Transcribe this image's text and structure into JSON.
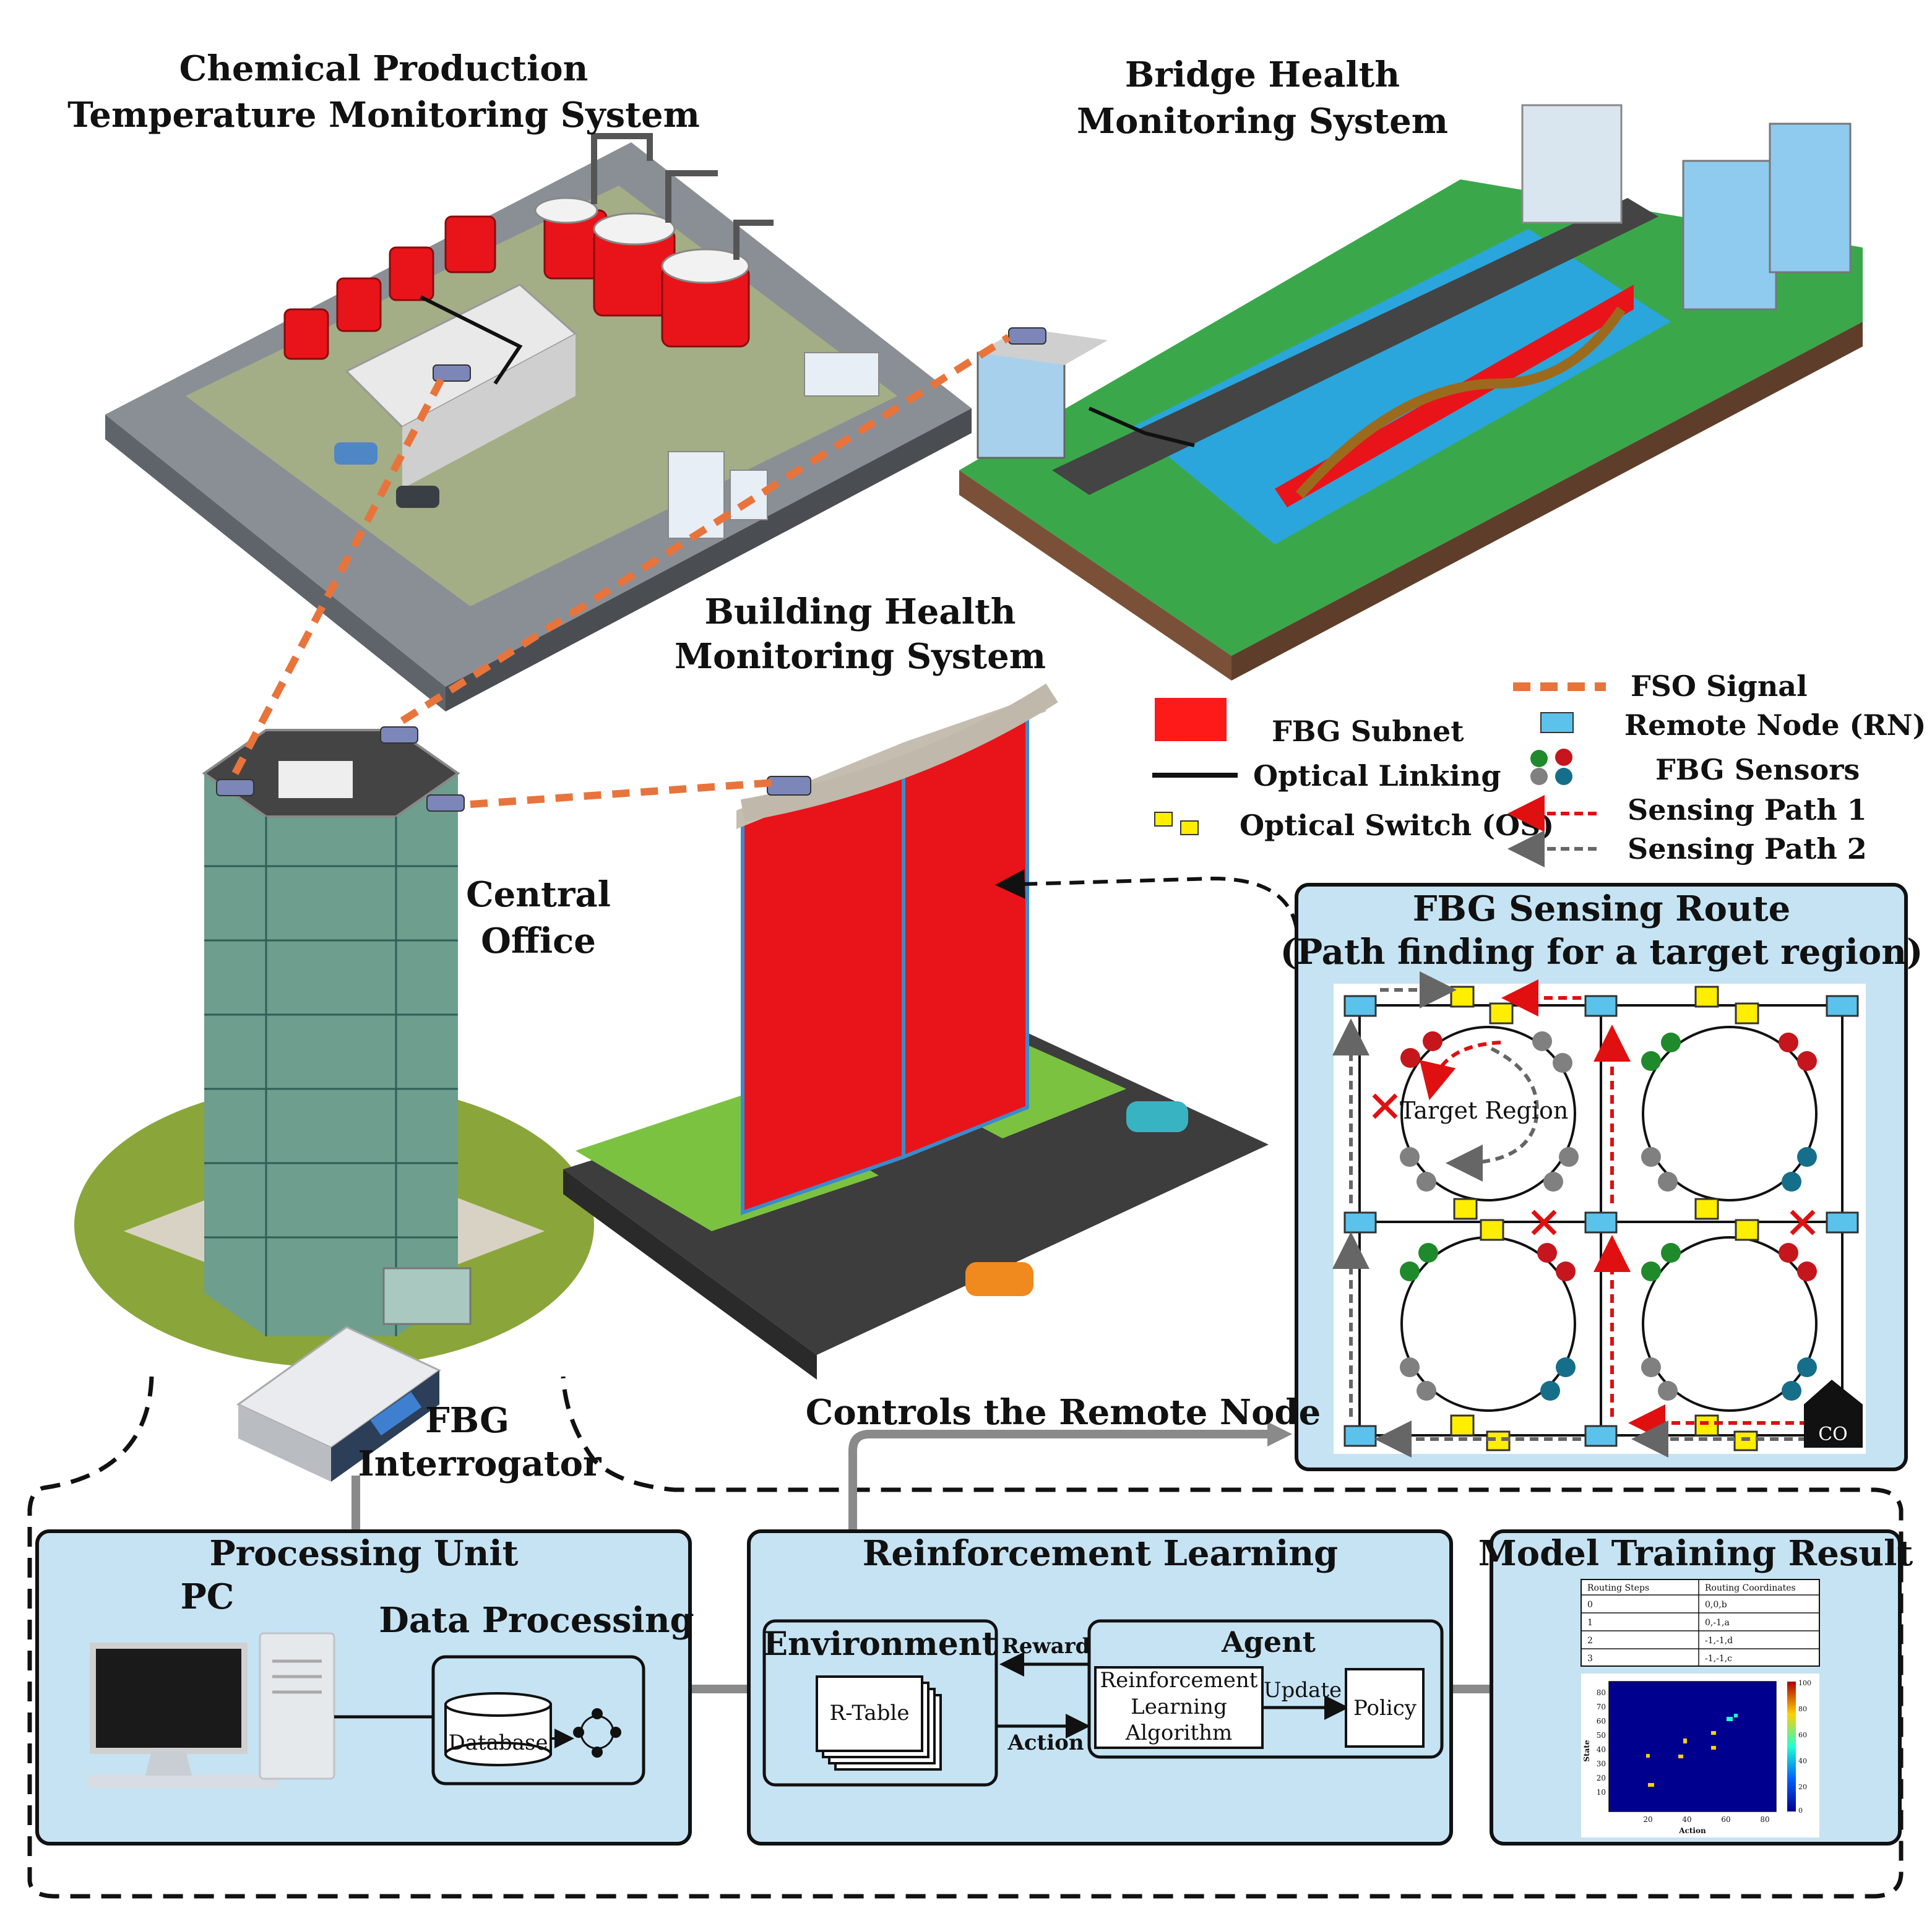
{
  "titles": {
    "chemical_line1": "Chemical Production",
    "chemical_line2": "Temperature Monitoring System",
    "bridge_line1": "Bridge Health",
    "bridge_line2": "Monitoring System",
    "building_line1": "Building Health",
    "building_line2": "Monitoring System",
    "central_line1": "Central",
    "central_line2": "Office",
    "interrogator_line1": "FBG",
    "interrogator_line2": "Interrogator",
    "controls": "Controls the Remote Node"
  },
  "legend": {
    "fbg_subnet": "FBG Subnet",
    "optical_linking": "Optical Linking",
    "optical_switch": "Optical Switch (OS)",
    "fso_signal": "FSO Signal",
    "remote_node": "Remote Node (RN)",
    "fbg_sensors": "FBG Sensors",
    "sensing_path_1": "Sensing Path 1",
    "sensing_path_2": "Sensing Path 2"
  },
  "route": {
    "title_line1": "FBG Sensing Route",
    "title_line2": "(Path finding for a target region)",
    "target_region": "Target Region",
    "co_label": "CO"
  },
  "processing": {
    "title": "Processing Unit",
    "pc": "PC",
    "data_processing": "Data Processing",
    "database": "Database"
  },
  "rl": {
    "title": "Reinforcement Learning",
    "environment": "Environment",
    "r_table": "R-Table",
    "reward": "Reward",
    "action": "Action",
    "agent": "Agent",
    "algo_line1": "Reinforcement",
    "algo_line2": "Learning",
    "algo_line3": "Algorithm",
    "update": "Update",
    "policy": "Policy"
  },
  "model": {
    "title": "Model Training Result",
    "table_headers": [
      "Routing Steps",
      "Routing Coordinates"
    ],
    "table_rows": [
      [
        "0",
        "0,0,b"
      ],
      [
        "1",
        "0,-1,a"
      ],
      [
        "2",
        "-1,-1,d"
      ],
      [
        "3",
        "-1,-1,c"
      ]
    ],
    "heatmap_ylabel": "State",
    "heatmap_xlabel": "Action",
    "heatmap_yticks": [
      "80",
      "70",
      "60",
      "50",
      "40",
      "30",
      "20",
      "10"
    ],
    "heatmap_xticks": [
      "20",
      "40",
      "60",
      "80"
    ],
    "colorbar_ticks": [
      "100",
      "80",
      "60",
      "40",
      "20",
      "0"
    ]
  },
  "colors": {
    "fso": "#e8743b",
    "fbg_red": "#ff1a1a",
    "panel_blue": "#c5e3f3",
    "switch_yellow": "#ffee00",
    "rn_blue": "#5bc2ec",
    "path1_red": "#e01010",
    "path2_gray": "#666666"
  }
}
